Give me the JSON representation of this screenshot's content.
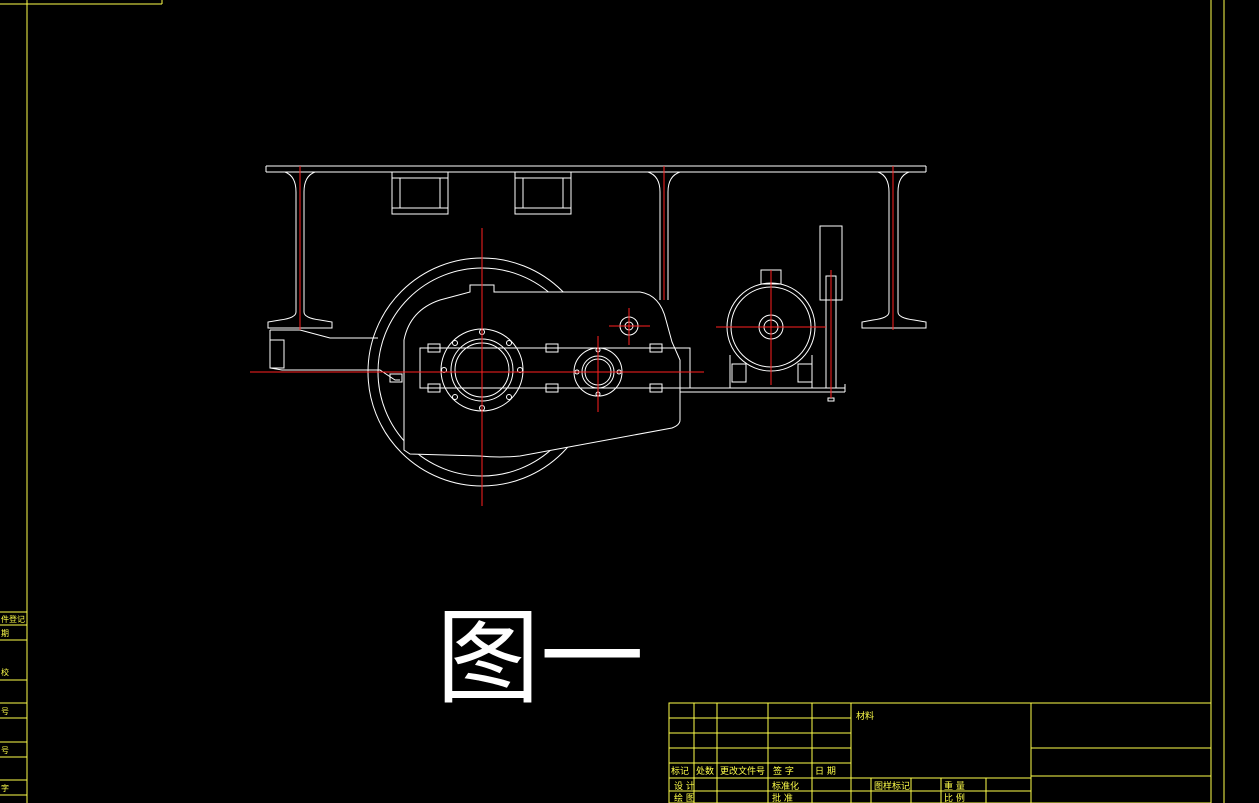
{
  "drawing": {
    "caption": "图一",
    "colors": {
      "background": "#000000",
      "frame": "#ffff4a",
      "outline": "#ffffff",
      "centerline": "#ff2020"
    }
  },
  "side_strip": {
    "labels": [
      "件登记",
      "期",
      "校",
      "号",
      "号",
      "字"
    ]
  },
  "title_block": {
    "material_label": "材料",
    "header_row": [
      "标记",
      "处数",
      "更改文件号",
      "签 字",
      "日 期"
    ],
    "row_design": "设 计",
    "row_standard": "标准化",
    "row_drafter": "绘 图",
    "row_approve": "批 准",
    "stage_mark": "图样标记",
    "weight_label": "重 量",
    "scale_label": "比 例"
  }
}
